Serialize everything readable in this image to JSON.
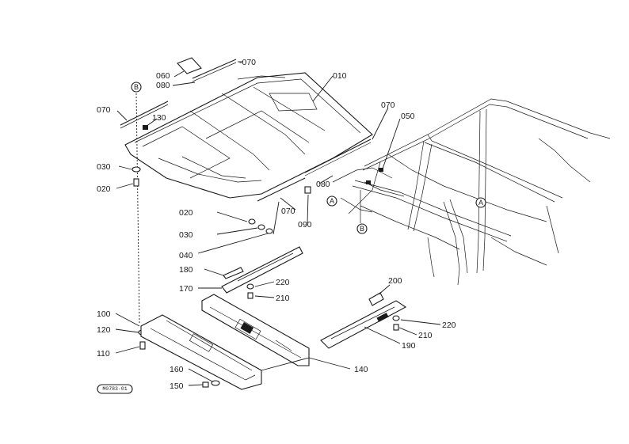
{
  "diagram": {
    "part_labels": [
      {
        "key": "070_top",
        "text": "-070"
      },
      {
        "key": "060",
        "text": "060"
      },
      {
        "key": "080_top",
        "text": "080"
      },
      {
        "key": "010",
        "text": "010"
      },
      {
        "key": "070_left",
        "text": "070"
      },
      {
        "key": "130",
        "text": "130"
      },
      {
        "key": "070_right",
        "text": "070"
      },
      {
        "key": "050",
        "text": "050"
      },
      {
        "key": "030_left",
        "text": "030"
      },
      {
        "key": "020_left",
        "text": "020"
      },
      {
        "key": "080_mid",
        "text": "080"
      },
      {
        "key": "070_mid",
        "text": "070"
      },
      {
        "key": "090",
        "text": "090"
      },
      {
        "key": "020_mid",
        "text": "020"
      },
      {
        "key": "030_mid",
        "text": "030"
      },
      {
        "key": "040",
        "text": "040"
      },
      {
        "key": "180",
        "text": "180"
      },
      {
        "key": "220_mid",
        "text": "220"
      },
      {
        "key": "170",
        "text": "170"
      },
      {
        "key": "210_mid",
        "text": "210"
      },
      {
        "key": "200",
        "text": "200"
      },
      {
        "key": "100",
        "text": "100"
      },
      {
        "key": "120",
        "text": "120"
      },
      {
        "key": "220_right",
        "text": "220"
      },
      {
        "key": "210_right",
        "text": "210"
      },
      {
        "key": "110",
        "text": "110"
      },
      {
        "key": "190",
        "text": "190"
      },
      {
        "key": "140",
        "text": "140"
      },
      {
        "key": "160",
        "text": "160"
      },
      {
        "key": "150",
        "text": "150"
      }
    ],
    "callouts": [
      {
        "key": "B_left",
        "text": "B"
      },
      {
        "key": "A_mid",
        "text": "A"
      },
      {
        "key": "A_frame",
        "text": "A"
      },
      {
        "key": "B_frame",
        "text": "B"
      }
    ],
    "stamp": "M0783-01"
  }
}
